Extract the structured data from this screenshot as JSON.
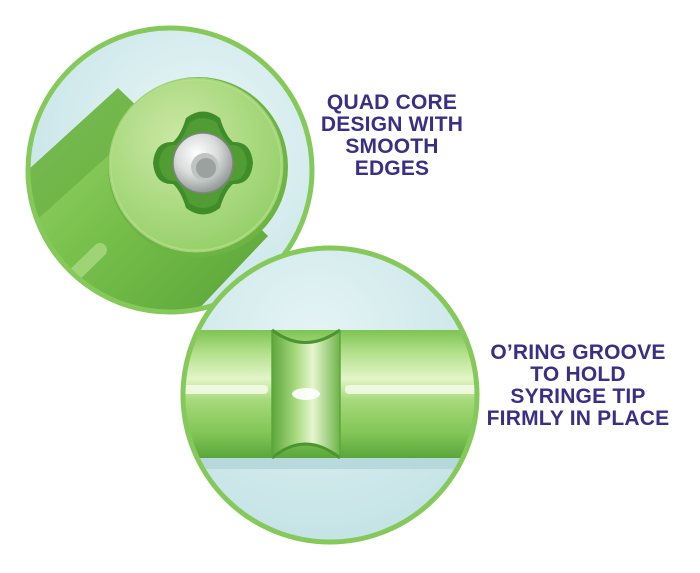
{
  "accent_color": "#3a2f86",
  "callouts": [
    {
      "name": "quad-core",
      "lines": [
        "QUAD CORE",
        "DESIGN WITH",
        "SMOOTH",
        "EDGES"
      ]
    },
    {
      "name": "oring-groove",
      "lines": [
        "O’RING GROOVE",
        "TO HOLD",
        "SYRINGE TIP",
        "FIRMLY IN PLACE"
      ]
    }
  ],
  "icons": {
    "top_detail": "quad-core-cross-section-icon",
    "bottom_detail": "oring-groove-tube-icon"
  }
}
